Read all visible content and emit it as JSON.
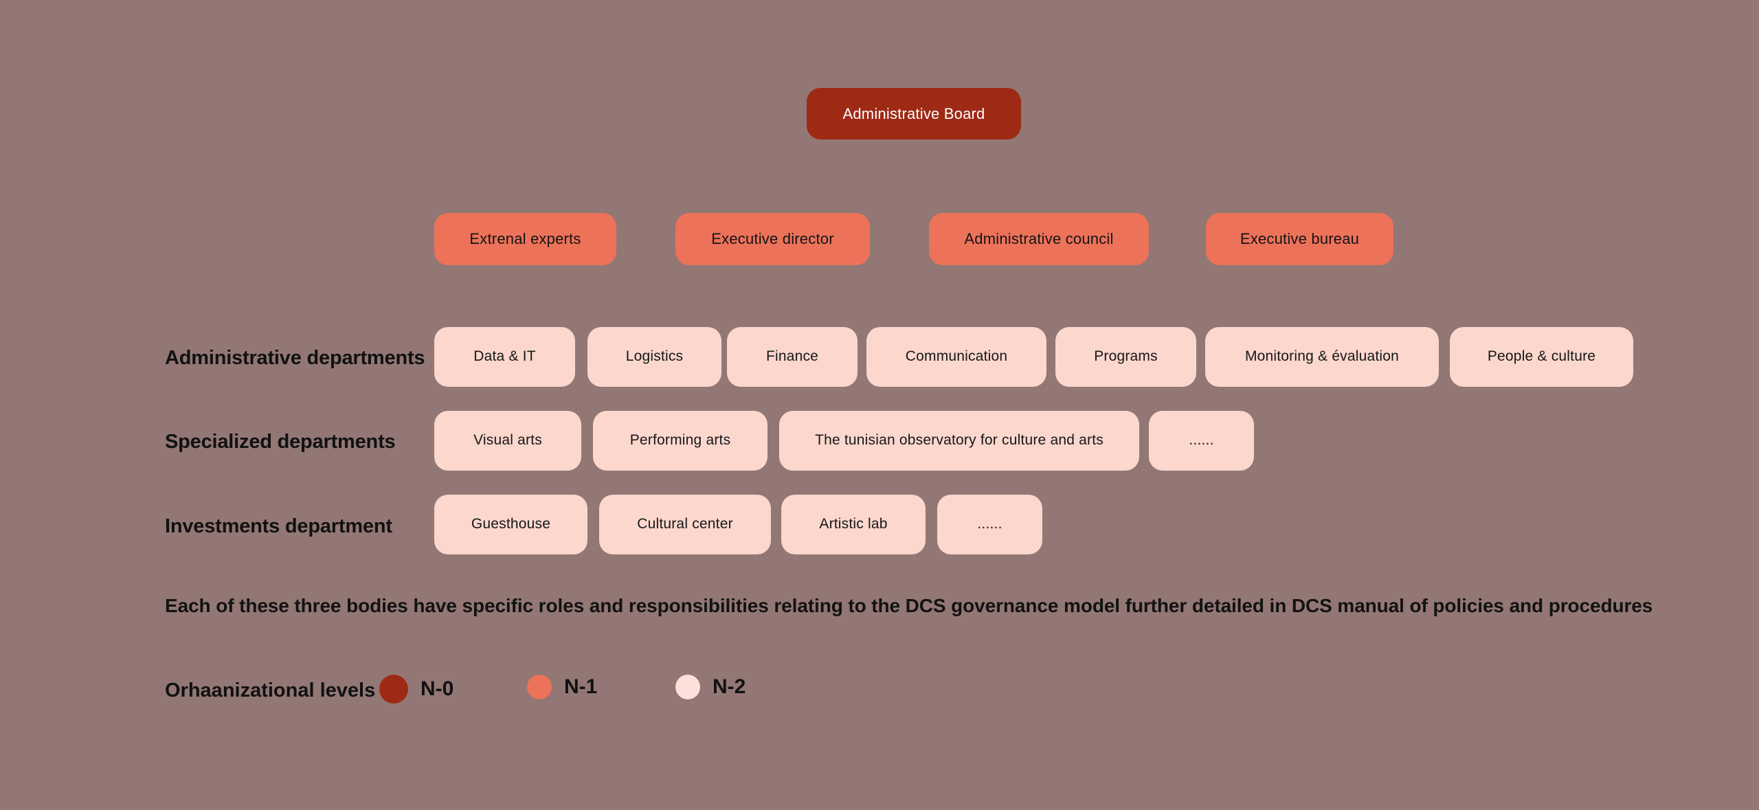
{
  "diagram": {
    "title": "DCS organizational structure chart",
    "background_color": "#927774",
    "levels": {
      "n0_color": "#9e2a15",
      "n1_color": "#ec7259",
      "n2_color": "#fbd7cd"
    },
    "top": {
      "label": "Administrative Board",
      "level": "N-0"
    },
    "governance_bodies": [
      {
        "label": "Extrenal experts",
        "level": "N-1"
      },
      {
        "label": "Executive director",
        "level": "N-1"
      },
      {
        "label": "Administrative council",
        "level": "N-1"
      },
      {
        "label": "Executive bureau",
        "level": "N-1"
      }
    ],
    "rows": [
      {
        "label": "Administrative departments",
        "items": [
          {
            "label": "Data & IT"
          },
          {
            "label": "Logistics"
          },
          {
            "label": "Finance"
          },
          {
            "label": "Communication"
          },
          {
            "label": "Programs"
          },
          {
            "label": "Monitoring & évaluation"
          },
          {
            "label": "People & culture"
          }
        ]
      },
      {
        "label": "Specialized departments",
        "items": [
          {
            "label": "Visual arts"
          },
          {
            "label": "Performing arts"
          },
          {
            "label": "The tunisian observatory for culture and arts"
          },
          {
            "label": "......"
          }
        ]
      },
      {
        "label": "Investments department",
        "items": [
          {
            "label": "Guesthouse"
          },
          {
            "label": "Cultural center"
          },
          {
            "label": "Artistic lab"
          },
          {
            "label": "......"
          }
        ]
      }
    ],
    "note": "Each of these three bodies have specific roles and responsibilities relating to the DCS governance model further detailed in DCS  manual of policies and procedures",
    "legend": {
      "title": "Orhaanizational levels",
      "items": [
        {
          "label": "N-0",
          "color": "#9e2a15"
        },
        {
          "label": "N-1",
          "color": "#ec7259"
        },
        {
          "label": "N-2",
          "color": "#fbe1da"
        }
      ]
    }
  }
}
